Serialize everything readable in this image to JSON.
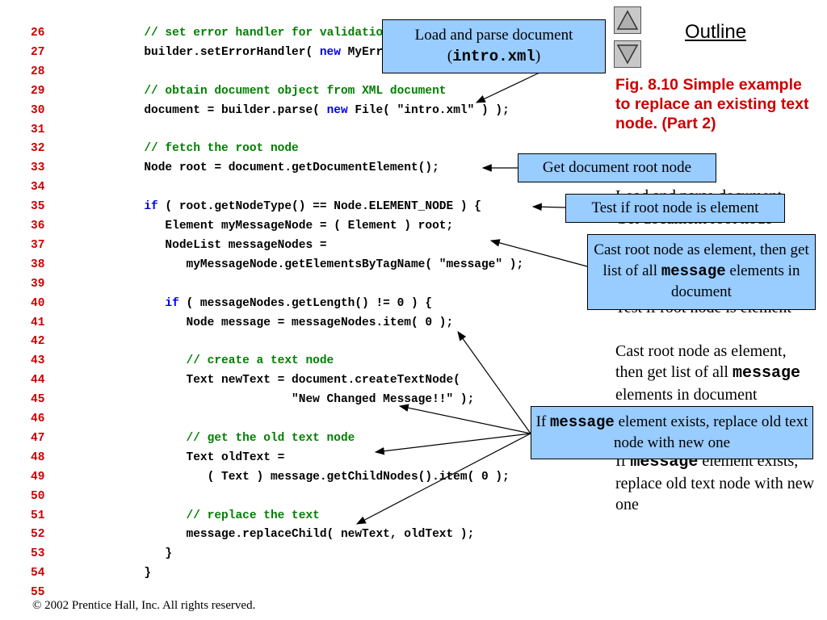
{
  "code_lines": [
    {
      "num": "26",
      "parts": [
        {
          "t": "         ",
          "c": ""
        },
        {
          "t": "// set error handler for validation errors",
          "c": "cm"
        }
      ]
    },
    {
      "num": "27",
      "parts": [
        {
          "t": "         builder.setErrorHandler( ",
          "c": ""
        },
        {
          "t": "new",
          "c": "kw"
        },
        {
          "t": " MyErrorHandler() );",
          "c": ""
        }
      ]
    },
    {
      "num": "28",
      "parts": []
    },
    {
      "num": "29",
      "parts": [
        {
          "t": "         ",
          "c": ""
        },
        {
          "t": "// obtain document object from XML document",
          "c": "cm"
        }
      ]
    },
    {
      "num": "30",
      "parts": [
        {
          "t": "         document = builder.parse( ",
          "c": ""
        },
        {
          "t": "new",
          "c": "kw"
        },
        {
          "t": " File( \"intro.xml\" ) );",
          "c": ""
        }
      ]
    },
    {
      "num": "31",
      "parts": []
    },
    {
      "num": "32",
      "parts": [
        {
          "t": "         ",
          "c": ""
        },
        {
          "t": "// fetch the root node",
          "c": "cm"
        }
      ]
    },
    {
      "num": "33",
      "parts": [
        {
          "t": "         Node root = document.getDocumentElement();",
          "c": ""
        }
      ]
    },
    {
      "num": "34",
      "parts": []
    },
    {
      "num": "35",
      "parts": [
        {
          "t": "         ",
          "c": ""
        },
        {
          "t": "if",
          "c": "kw"
        },
        {
          "t": " ( root.getNodeType() == Node.ELEMENT_NODE ) {",
          "c": ""
        }
      ]
    },
    {
      "num": "36",
      "parts": [
        {
          "t": "            Element myMessageNode = ( Element ) root;",
          "c": ""
        }
      ]
    },
    {
      "num": "37",
      "parts": [
        {
          "t": "            NodeList messageNodes =",
          "c": ""
        }
      ]
    },
    {
      "num": "38",
      "parts": [
        {
          "t": "               myMessageNode.getElementsByTagName( \"message\" );",
          "c": ""
        }
      ]
    },
    {
      "num": "39",
      "parts": []
    },
    {
      "num": "40",
      "parts": [
        {
          "t": "            ",
          "c": ""
        },
        {
          "t": "if",
          "c": "kw"
        },
        {
          "t": " ( messageNodes.getLength() != 0 ) {",
          "c": ""
        }
      ]
    },
    {
      "num": "41",
      "parts": [
        {
          "t": "               Node message = messageNodes.item( 0 );",
          "c": ""
        }
      ]
    },
    {
      "num": "42",
      "parts": []
    },
    {
      "num": "43",
      "parts": [
        {
          "t": "               ",
          "c": ""
        },
        {
          "t": "// create a text node",
          "c": "cm"
        }
      ]
    },
    {
      "num": "44",
      "parts": [
        {
          "t": "               Text newText = document.createTextNode(",
          "c": ""
        }
      ]
    },
    {
      "num": "45",
      "parts": [
        {
          "t": "                              \"New Changed Message!!\" );",
          "c": ""
        }
      ]
    },
    {
      "num": "46",
      "parts": []
    },
    {
      "num": "47",
      "parts": [
        {
          "t": "               ",
          "c": ""
        },
        {
          "t": "// get the old text node",
          "c": "cm"
        }
      ]
    },
    {
      "num": "48",
      "parts": [
        {
          "t": "               Text oldText =",
          "c": ""
        }
      ]
    },
    {
      "num": "49",
      "parts": [
        {
          "t": "                  ( Text ) message.getChildNodes().item( 0 );",
          "c": ""
        }
      ]
    },
    {
      "num": "50",
      "parts": []
    },
    {
      "num": "51",
      "parts": [
        {
          "t": "               ",
          "c": ""
        },
        {
          "t": "// replace the text",
          "c": "cm"
        }
      ]
    },
    {
      "num": "52",
      "parts": [
        {
          "t": "               message.replaceChild( newText, oldText );",
          "c": ""
        }
      ]
    },
    {
      "num": "53",
      "parts": [
        {
          "t": "            }",
          "c": ""
        }
      ]
    },
    {
      "num": "54",
      "parts": [
        {
          "t": "         }",
          "c": ""
        }
      ]
    },
    {
      "num": "55",
      "parts": []
    }
  ],
  "outline": {
    "title": "Outline"
  },
  "figure": {
    "caption": "Fig. 8.10  Simple example to replace an existing text node. (Part 2)"
  },
  "side_notes": [
    {
      "pre": "Load and parse document",
      "mono": "",
      "post": ""
    },
    {
      "pre": "Get document root node",
      "mono": "",
      "post": ""
    },
    {
      "pre": "Test if root node is element",
      "mono": "",
      "post": ""
    },
    {
      "pre": "Cast root node as element, then get list of all ",
      "mono": "message",
      "post": " elements in document"
    },
    {
      "pre": "If ",
      "mono": "message",
      "post": " element exists, replace old text node with new one"
    }
  ],
  "callouts": {
    "load": {
      "pre": "Load and parse document (",
      "mono": "intro.xml",
      "post": ")"
    },
    "root": {
      "text": "Get document root node"
    },
    "test": {
      "text": "Test if root node is element"
    },
    "cast": {
      "pre": "Cast root node as element, then get list of all ",
      "mono": "message",
      "post": " elements in document"
    },
    "replace": {
      "pre": "If ",
      "mono": "message",
      "post": " element exists, replace old text node with new one"
    }
  },
  "footer": {
    "copyright": "© 2002 Prentice Hall, Inc.  All rights reserved."
  },
  "colors": {
    "line_numbers": "#cc0000",
    "keyword": "#0000ee",
    "comment": "#008000",
    "callout_bg": "#99ccff",
    "caption": "#cc0000"
  },
  "icons": {
    "prev": "up-triangle-icon",
    "next": "down-triangle-icon"
  }
}
